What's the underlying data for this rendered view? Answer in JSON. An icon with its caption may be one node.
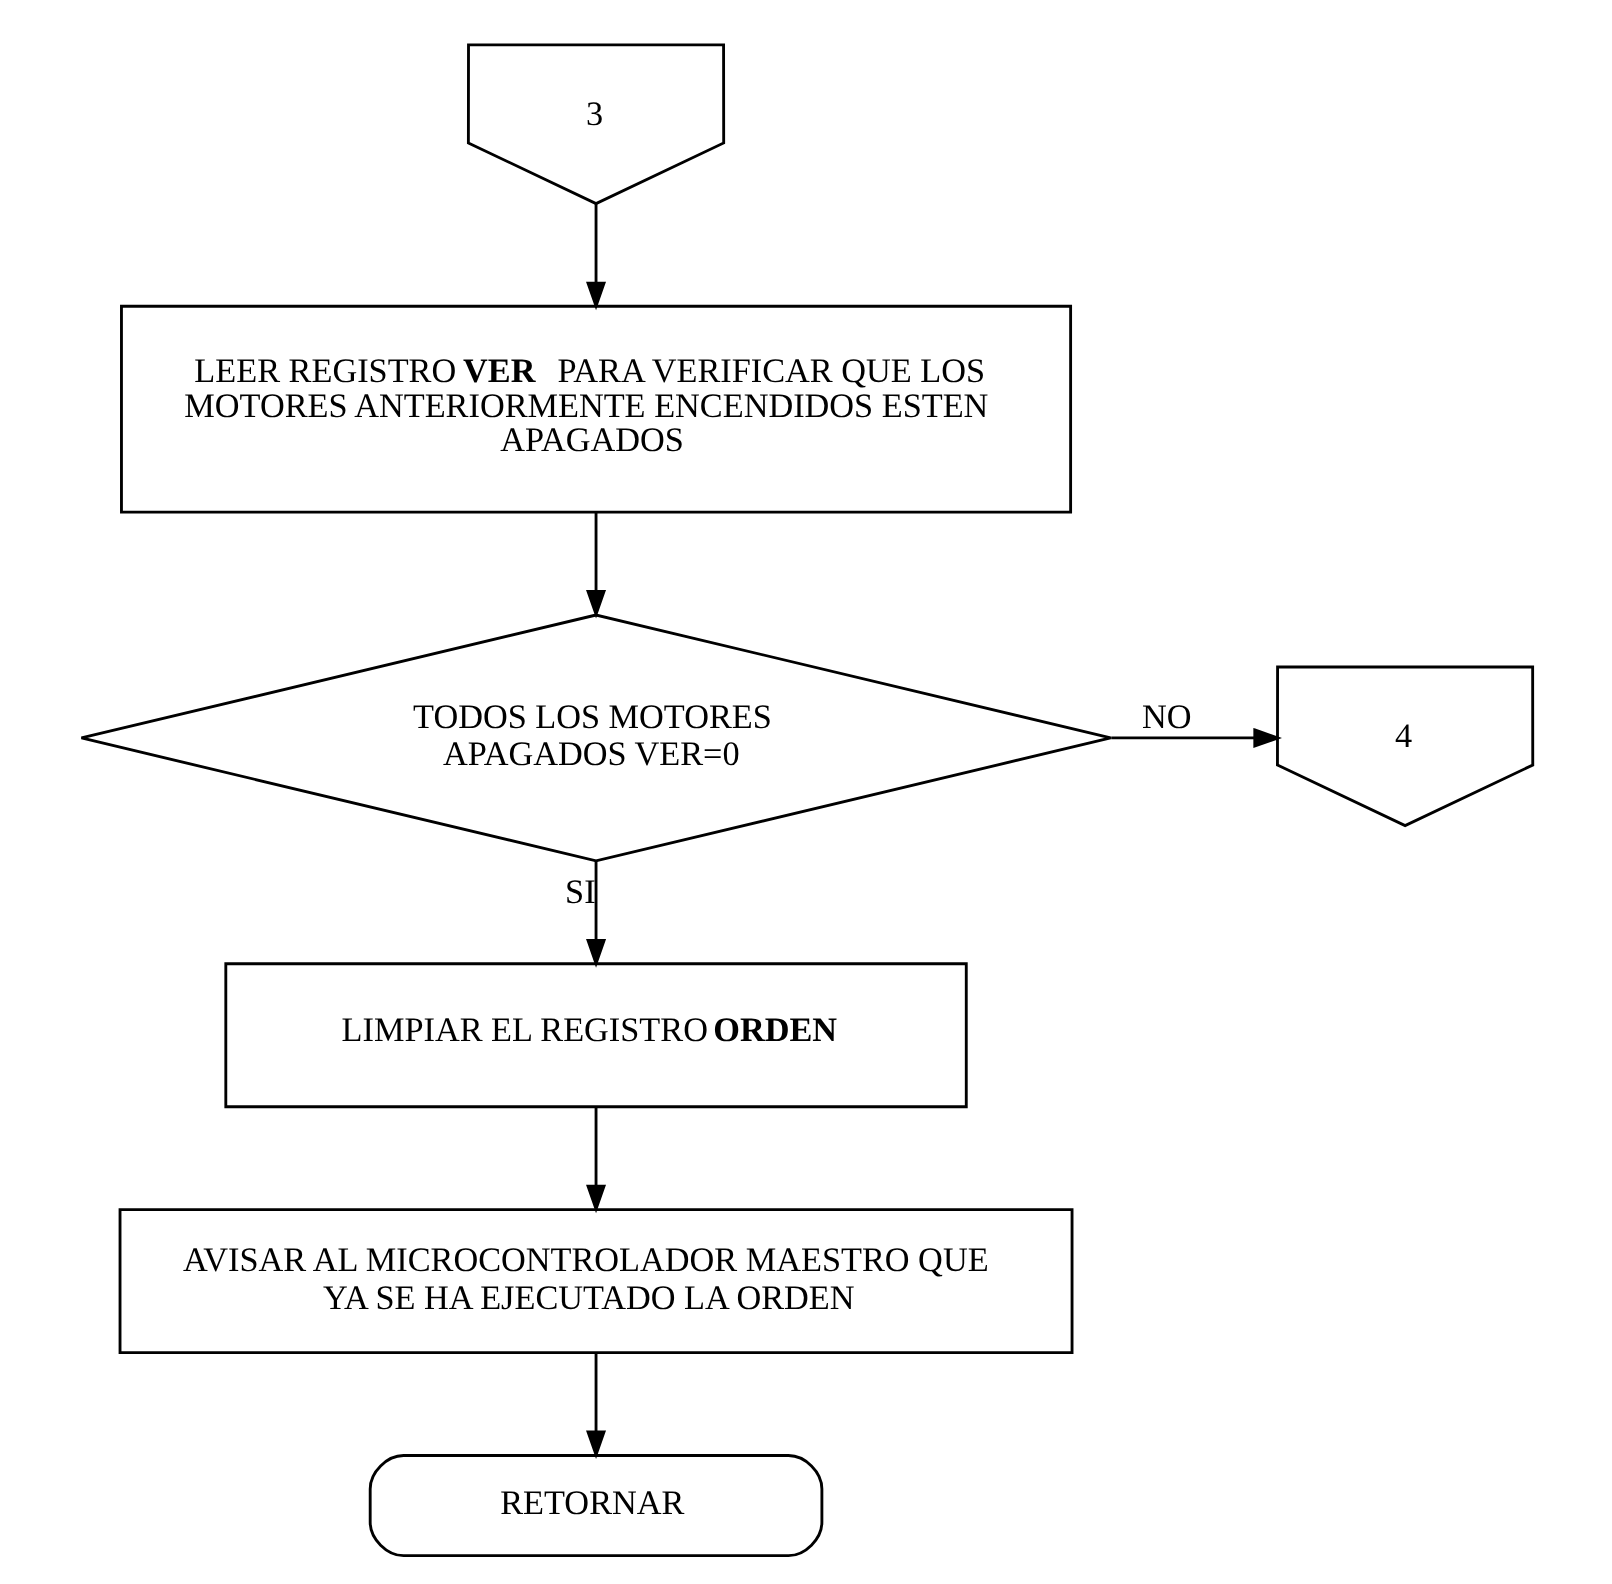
{
  "diagram": {
    "nodes": [
      {
        "text": [
          "3"
        ]
      },
      {
        "text": [
          "LEER REGISTRO **VER** PARA VERIFICAR QUE LOS MOTORES ANTERIORMENTE ENCENDIDOS ESTEN APAGADOS"
        ]
      },
      {
        "text": [
          "TODOS LOS MOTORES APAGADOS VER=0"
        ]
      },
      {
        "text": [
          "4"
        ]
      },
      {
        "text": [
          "LIMPIAR EL REGISTRO **ORDEN**"
        ]
      },
      {
        "text": [
          "AVISAR AL MICROCONTROLADOR MAESTRO QUE YA SE HA EJECUTADO LA ORDEN"
        ]
      },
      {
        "text": [
          "RETORNAR"
        ]
      }
    ],
    "edges": [
      {
        "from": 0,
        "to": 1,
        "arrow": "to"
      },
      {
        "from": 1,
        "to": 2,
        "arrow": "to"
      },
      {
        "from": 2,
        "to": 3,
        "label": "NO",
        "arrow": "to"
      },
      {
        "from": 2,
        "to": 4,
        "label": "SI",
        "arrow": "to"
      },
      {
        "from": 4,
        "to": 5,
        "arrow": "to"
      },
      {
        "from": 5,
        "to": 6,
        "arrow": "to"
      }
    ]
  }
}
